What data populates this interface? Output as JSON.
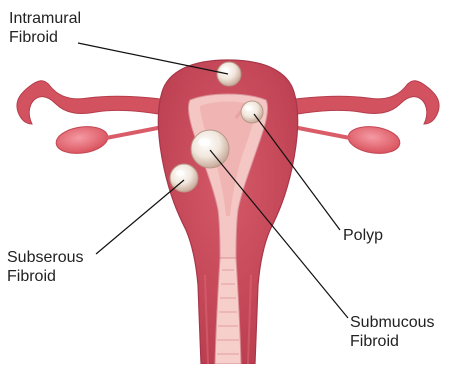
{
  "labels": {
    "intramural": {
      "line1": "Intramural",
      "line2": "Fibroid"
    },
    "subserous": {
      "line1": "Subserous",
      "line2": "Fibroid"
    },
    "polyp": {
      "line1": "Polyp"
    },
    "submucous": {
      "line1": "Submucous",
      "line2": "Fibroid"
    }
  },
  "colors": {
    "uterus_wall": "#c94a5a",
    "uterus_wall_light": "#e27c86",
    "cavity": "#f6c9c6",
    "cavity_inner": "#f2b3b2",
    "ovary": "#e8707c",
    "fibroid": "#f3ece4",
    "fibroid_shadow": "#d8c2b6",
    "leader_line": "#111111"
  }
}
